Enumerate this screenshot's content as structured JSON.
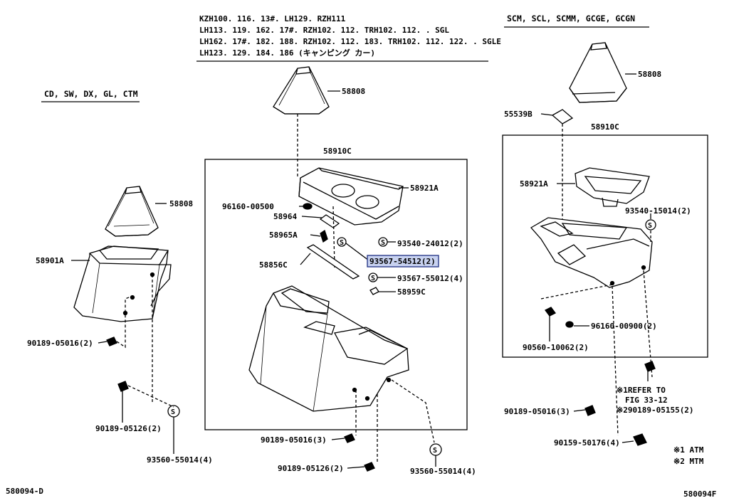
{
  "header_center": {
    "lines": [
      "KZH100. 116. 13#. LH129. RZH111",
      "LH113. 119. 162. 17#. RZH102. 112. TRH102. 112. . SGL",
      "LH162. 17#. 182. 188. RZH102. 112. 183. TRH102. 112. 122. . SGLE",
      "LH123. 129. 184. 186 (キャンピング カー)"
    ]
  },
  "header_right": "SCM, SCL, SCMM, GCGE, GCGN",
  "header_left": "CD, SW, DX, GL, CTM",
  "left_parts": {
    "boot": "58808",
    "console": "58901A",
    "screw1": "90189-05016(2)",
    "screw2": "90189-05126(2)",
    "screw_s": "93560-55014(4)"
  },
  "center_parts": {
    "boot": "58808",
    "assy": "58910C",
    "holder": "58921A",
    "clip": "96160-00500",
    "bracket_a": "58964",
    "bracket_b": "58965A",
    "screw_a": "93540-24012(2)",
    "screw_highlight": "93567-54512(2)",
    "rail": "58856C",
    "screw_b": "93567-55012(4)",
    "pad": "58959C",
    "screw_c": "90189-05016(3)",
    "screw_d": "90189-05126(2)",
    "screw_s": "93560-55014(4)"
  },
  "right_parts": {
    "boot": "58808",
    "plate": "55539B",
    "assy": "58910C",
    "holder": "58921A",
    "screw_a": "93540-15014(2)",
    "clip": "96160-00900(2)",
    "nut": "90560-10062(2)",
    "note1": "※1REFER TO",
    "note1b": "FIG 33-12",
    "note2": "※290189-05155(2)",
    "screw_b": "90189-05016(3)",
    "screw_c": "90159-50176(4)"
  },
  "legend": {
    "atm": "※1 ATM",
    "mtm": "※2 MTM"
  },
  "footer_left": "580094-D",
  "footer_right": "580094F",
  "colors": {
    "line": "#000000",
    "highlight_fill": "#c8d2f0",
    "highlight_border": "#2a3a8a"
  }
}
